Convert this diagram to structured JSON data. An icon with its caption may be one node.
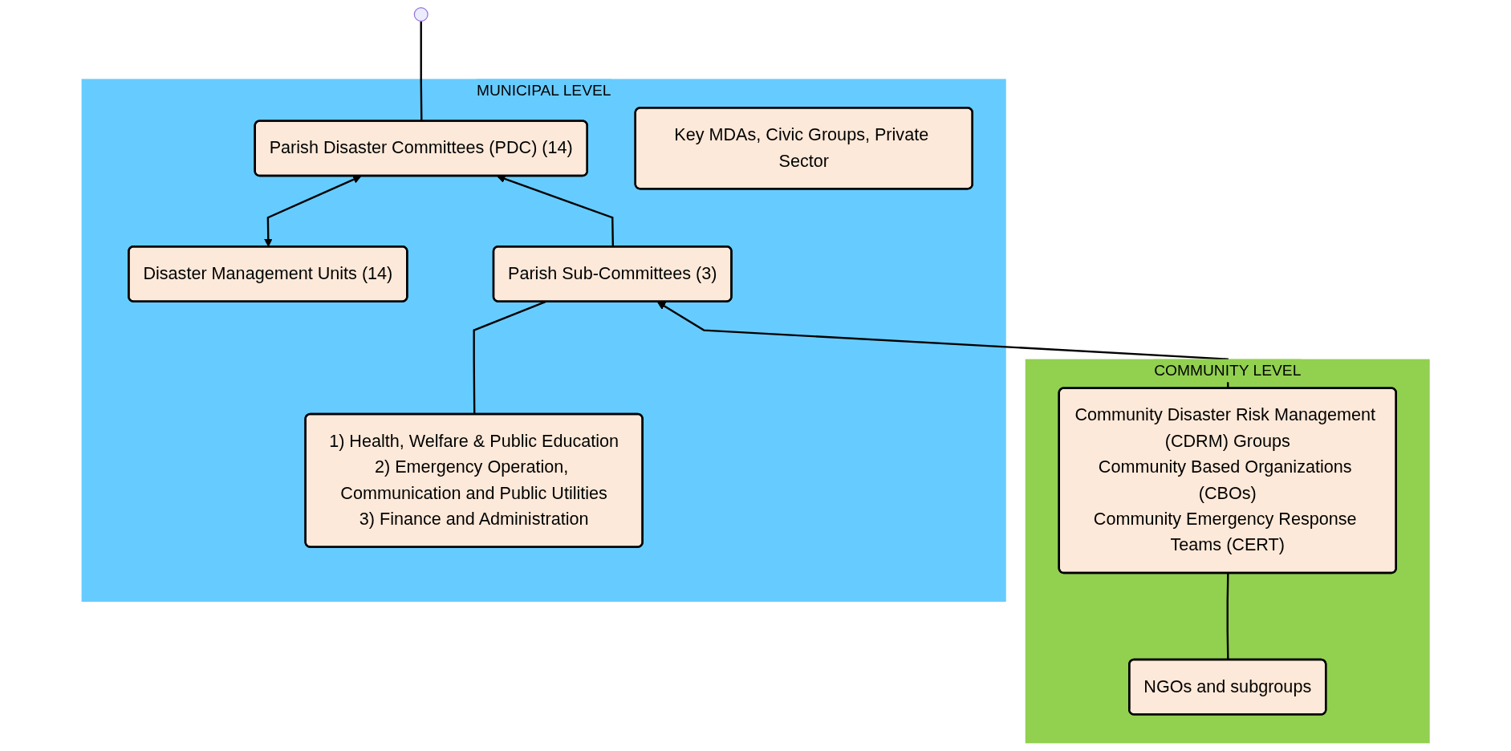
{
  "diagram": {
    "nodes": [
      {
        "text": [
          "MUNICIPAL LEVEL"
        ]
      },
      {
        "text": [
          "Parish Disaster Committees (PDC) (14)"
        ],
        "in": 0
      },
      {
        "text": [
          "Disaster Management Units (14)"
        ],
        "in": 0
      },
      {
        "text": [
          "Key MDAs, Civic Groups, Private Sector"
        ],
        "in": 0
      },
      {
        "text": [
          "Parish Sub-Committees (3)"
        ],
        "in": 0
      },
      {
        "text": [
          "1) Health, Welfare & Public Education",
          "2) Emergency Operation, Communication and Public Utilities",
          "3) Finance and Administration"
        ],
        "in": 0
      },
      {
        "text": [
          "COMMUNITY LEVEL"
        ]
      },
      {
        "text": [
          "Community Disaster Risk Management (CDRM) Groups",
          "Community Based Organizations (CBOs)",
          "Community Emergency Response Teams (CERT)"
        ],
        "in": 6
      },
      {
        "text": [
          "NGOs and subgroups"
        ],
        "in": 6
      }
    ],
    "edges": [
      {
        "from": 1,
        "to": null,
        "arrow": "none"
      },
      {
        "from": 1,
        "to": 2,
        "arrow": "both"
      },
      {
        "from": 4,
        "to": 1,
        "arrow": "to"
      },
      {
        "from": 4,
        "to": 5,
        "arrow": "none"
      },
      {
        "from": 7,
        "to": 4,
        "arrow": "to"
      },
      {
        "from": 7,
        "to": 8,
        "arrow": "none"
      }
    ]
  }
}
